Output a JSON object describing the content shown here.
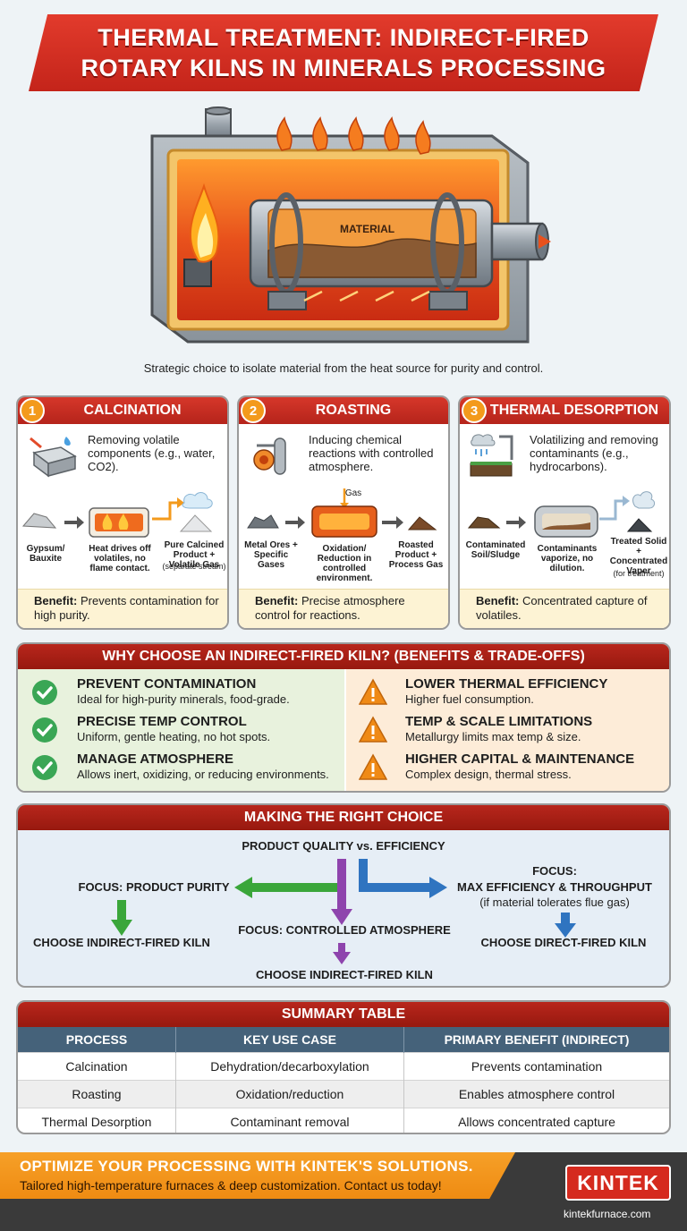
{
  "title": {
    "line1": "THERMAL TREATMENT: INDIRECT-FIRED",
    "line2": "ROTARY KILNS IN MINERALS PROCESSING"
  },
  "hero": {
    "material_label": "MATERIAL"
  },
  "subtitle": "Strategic choice to isolate material from the heat source for purity and control.",
  "processes": [
    {
      "num": "1",
      "title": "CALCINATION",
      "desc": "Removing volatile components (e.g., water, CO2).",
      "input": "Gypsum/ Bauxite",
      "middle": "Heat drives off volatiles, no flame contact.",
      "output": "Pure Calcined Product + Volatile Gas",
      "output_note": "(separate stream)",
      "benefit_label": "Benefit:",
      "benefit": "Prevents contamination for high purity."
    },
    {
      "num": "2",
      "title": "ROASTING",
      "desc": "Inducing chemical reactions with controlled atmosphere.",
      "gas": "Gas",
      "input": "Metal Ores + Specific Gases",
      "middle": "Oxidation/ Reduction in controlled environment.",
      "output": "Roasted Product + Process Gas",
      "benefit_label": "Benefit:",
      "benefit": "Precise atmosphere control for reactions."
    },
    {
      "num": "3",
      "title": "THERMAL DESORPTION",
      "desc": "Volatilizing and removing contaminants (e.g., hydrocarbons).",
      "input": "Contaminated Soil/Sludge",
      "middle": "Contaminants vaporize, no dilution.",
      "output": "Treated Solid + Concentrated Vaper",
      "output_note": "(for treatment)",
      "benefit_label": "Benefit:",
      "benefit": "Concentrated capture of volatiles."
    }
  ],
  "why": {
    "heading": "WHY CHOOSE AN INDIRECT-FIRED KILN? (BENEFITS & TRADE-OFFS)",
    "benefits": [
      {
        "title": "PREVENT CONTAMINATION",
        "desc": "Ideal for high-purity minerals, food-grade."
      },
      {
        "title": "PRECISE TEMP CONTROL",
        "desc": "Uniform, gentle heating, no hot spots."
      },
      {
        "title": "MANAGE ATMOSPHERE",
        "desc": "Allows inert, oxidizing, or reducing environments."
      }
    ],
    "tradeoffs": [
      {
        "title": "LOWER THERMAL EFFICIENCY",
        "desc": "Higher fuel consumption."
      },
      {
        "title": "TEMP & SCALE LIMITATIONS",
        "desc": "Metallurgy limits max temp & size."
      },
      {
        "title": "HIGHER CAPITAL & MAINTENANCE",
        "desc": "Complex design, thermal stress."
      }
    ],
    "colors": {
      "check": "#3aa655",
      "warn": "#ef8a16"
    }
  },
  "choice": {
    "heading": "MAKING THE RIGHT CHOICE",
    "top": "PRODUCT QUALITY vs. EFFICIENCY",
    "left_focus": "FOCUS: PRODUCT PURITY",
    "left_result": "CHOOSE INDIRECT-FIRED KILN",
    "center_focus": "FOCUS: CONTROLLED ATMOSPHERE",
    "center_result": "CHOOSE INDIRECT-FIRED KILN",
    "right_focus_1": "FOCUS:",
    "right_focus_2": "MAX EFFICIENCY & THROUGHPUT",
    "right_note": "(if material tolerates flue gas)",
    "right_result": "CHOOSE DIRECT-FIRED KILN",
    "colors": {
      "left": "#3aa63a",
      "center": "#8e44ad",
      "right": "#2f74c0"
    }
  },
  "summary": {
    "heading": "SUMMARY TABLE",
    "columns": [
      "PROCESS",
      "KEY USE CASE",
      "PRIMARY BENEFIT (INDIRECT)"
    ],
    "rows": [
      [
        "Calcination",
        "Dehydration/decarboxylation",
        "Prevents contamination"
      ],
      [
        "Roasting",
        "Oxidation/reduction",
        "Enables atmosphere control"
      ],
      [
        "Thermal Desorption",
        "Contaminant removal",
        "Allows concentrated capture"
      ]
    ]
  },
  "footer": {
    "cta": "OPTIMIZE YOUR PROCESSING WITH KINTEK'S SOLUTIONS.",
    "sub": "Tailored high-temperature furnaces & deep customization. Contact us today!",
    "brand": "KINTEK",
    "url": "kintekfurnace.com"
  }
}
